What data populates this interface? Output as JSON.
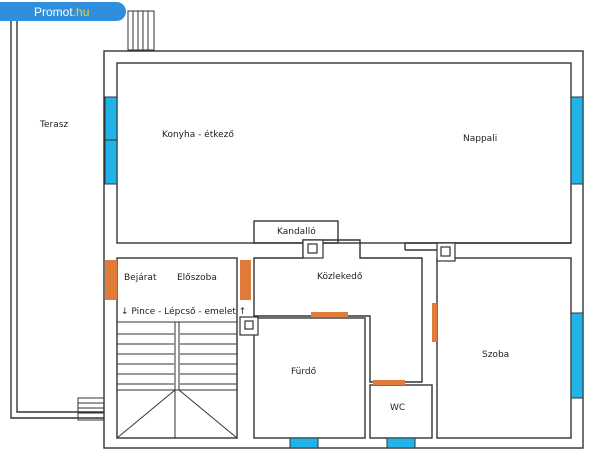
{
  "brand": {
    "name": "Promot",
    "suffix": ".hu",
    "accent": "#2f8fdc",
    "suffix_color": "#ffd200"
  },
  "rooms": {
    "terasz": "Terasz",
    "konyha": "Konyha - étkező",
    "nappali": "Nappali",
    "kandallo": "Kandalló",
    "bejarat": "Bejárat",
    "eloszoba": "Előszoba",
    "kozlekedo": "Közlekedő",
    "pince": "↓ Pince - Lépcső - emelet ↑",
    "furdo": "Fürdő",
    "szoba": "Szoba",
    "wc": "WC"
  },
  "colors": {
    "window": "#22b4e8",
    "door": "#e07b39",
    "wall": "#333333"
  }
}
